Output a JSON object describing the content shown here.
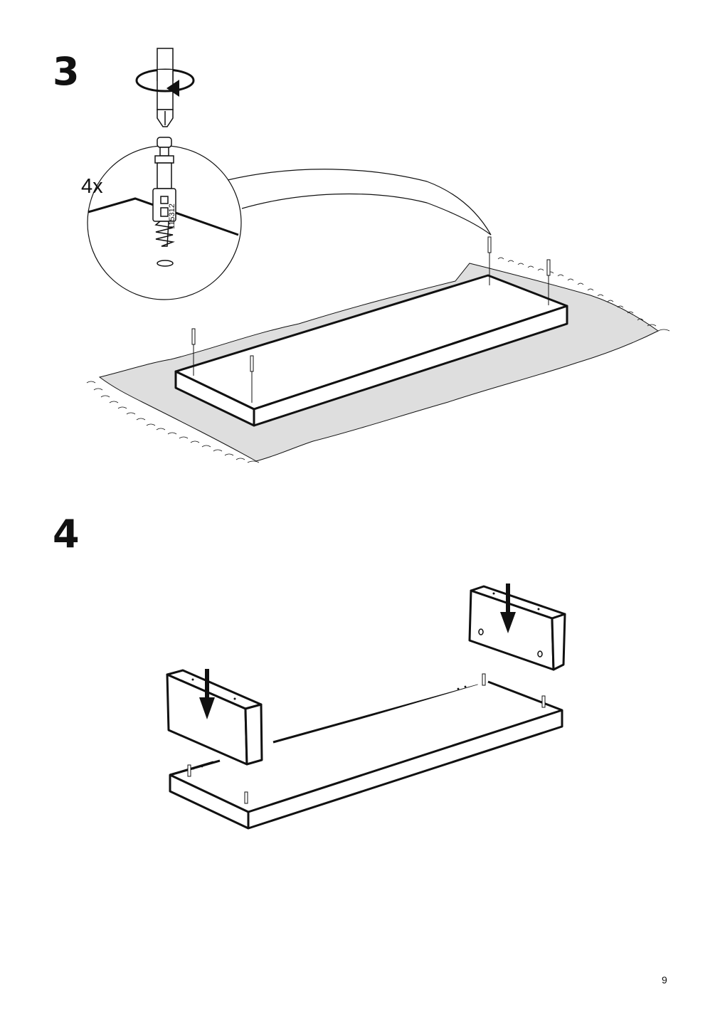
{
  "step3": {
    "number": "3",
    "quantity": "4x",
    "part_number": "115312"
  },
  "step4": {
    "number": "4"
  },
  "page_number": "9"
}
